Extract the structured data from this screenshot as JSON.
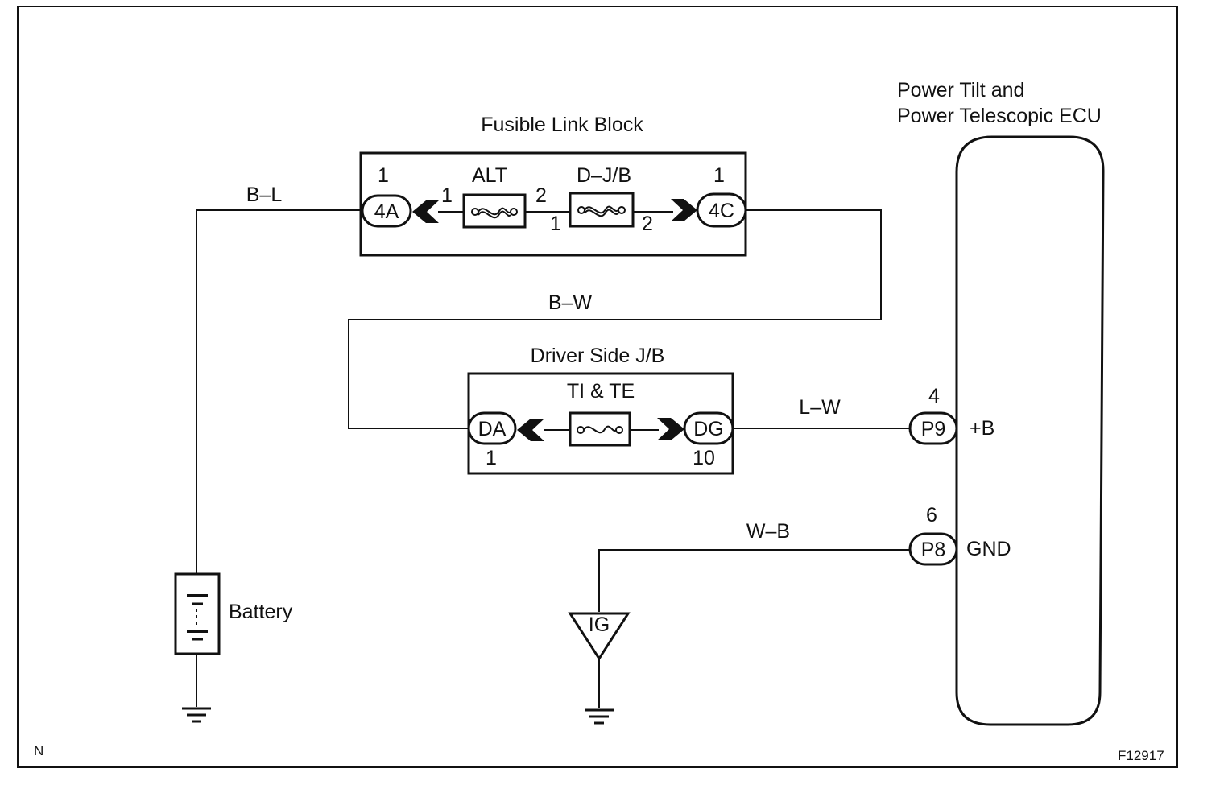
{
  "fusible_link_block": {
    "title": "Fusible Link Block",
    "connector_left": {
      "label": "4A",
      "pin": "1"
    },
    "connector_right": {
      "label": "4C",
      "pin": "1"
    },
    "fuse_alt": {
      "label": "ALT",
      "pin_in": "1",
      "pin_out": "2"
    },
    "fuse_djb": {
      "label": "D–J/B",
      "pin_in": "1",
      "pin_out": "2"
    }
  },
  "driver_side_jb": {
    "title": "Driver Side J/B",
    "connector_left": {
      "label": "DA",
      "pin": "1"
    },
    "connector_right": {
      "label": "DG",
      "pin": "10"
    },
    "fuse": {
      "label": "TI & TE"
    }
  },
  "ecu": {
    "title_line1": "Power Tilt and",
    "title_line2": "Power Telescopic ECU",
    "terminal_b": {
      "connector": "P9",
      "pin": "4",
      "name": "+B"
    },
    "terminal_gnd": {
      "connector": "P8",
      "pin": "6",
      "name": "GND"
    }
  },
  "wires": {
    "battery_to_4a": "B–L",
    "4c_to_da": "B–W",
    "dg_to_p9": "L–W",
    "p8_to_ig": "W–B"
  },
  "battery": {
    "label": "Battery"
  },
  "ground_point": {
    "label": "IG"
  },
  "corner_left": "N",
  "figure_id": "F12917"
}
